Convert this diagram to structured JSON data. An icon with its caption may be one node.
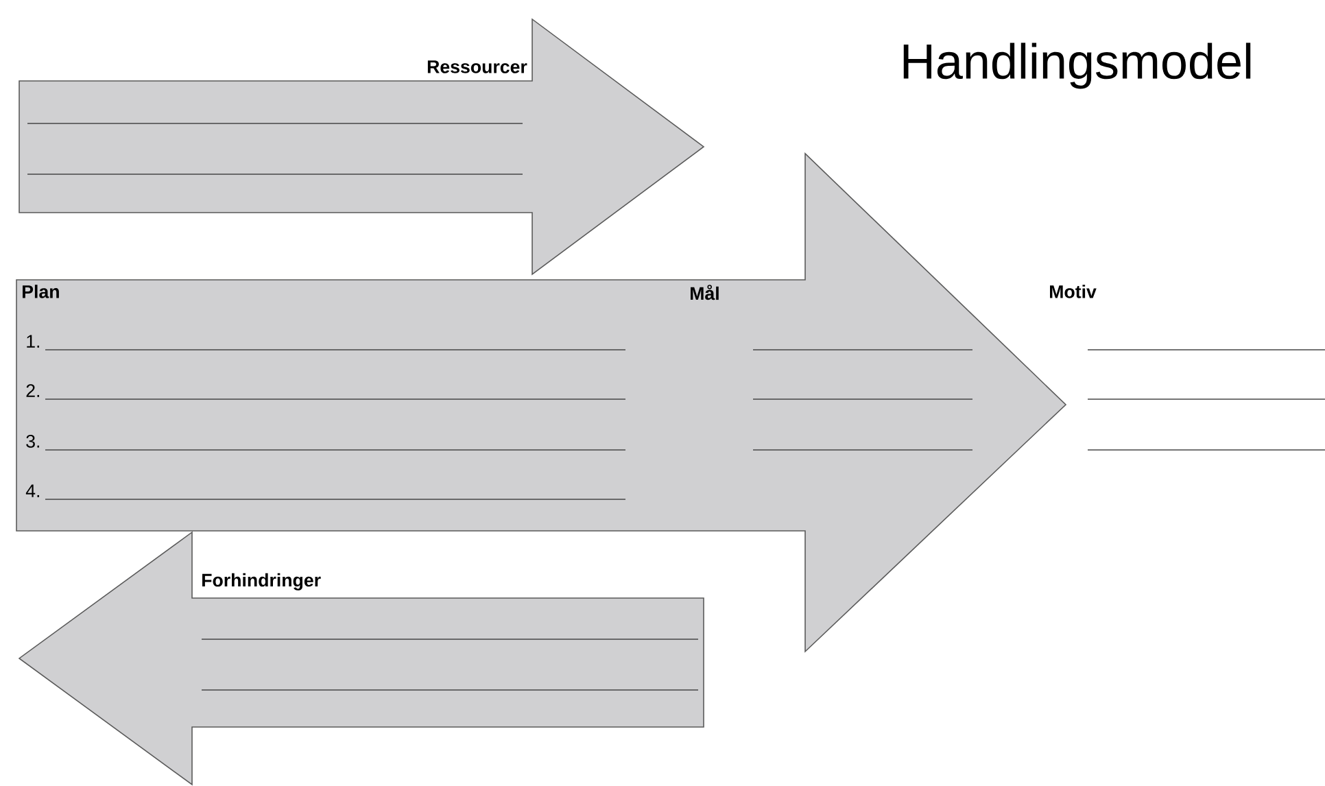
{
  "diagram": {
    "title": "Handlingsmodel",
    "nodes": [
      {
        "text": [
          "Ressourcer"
        ]
      },
      {
        "text": [
          "Plan",
          "Mål"
        ]
      },
      {
        "text": [
          "Forhindringer"
        ]
      }
    ],
    "labels": [
      "Motiv",
      "1.",
      "2.",
      "3.",
      "4."
    ]
  }
}
